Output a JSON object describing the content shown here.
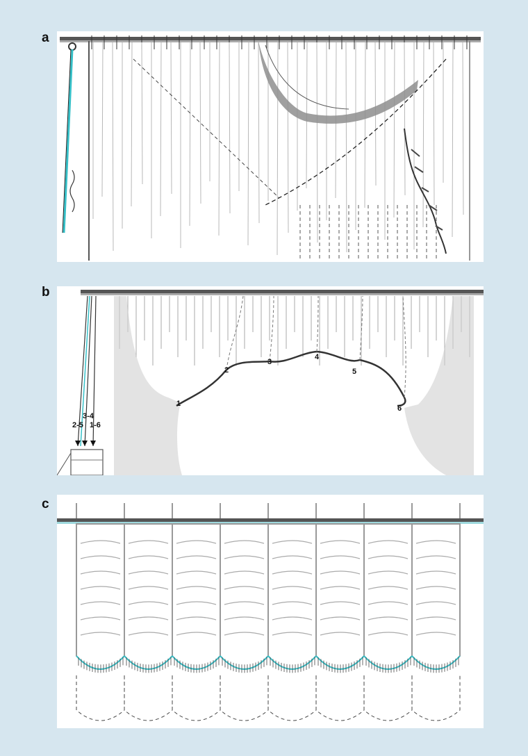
{
  "panels": [
    {
      "label": "a"
    },
    {
      "label": "b"
    },
    {
      "label": "c"
    }
  ],
  "panel_b": {
    "scallop_numbers": [
      "1",
      "2",
      "3",
      "4",
      "5",
      "6"
    ],
    "cord_labels": [
      "3-4",
      "2-5",
      "1-6"
    ]
  },
  "colors": {
    "background": "#d6e6ef",
    "panel": "#ffffff",
    "fabric_shade": "#9a9a9a",
    "cord_accent": "#36c0c8"
  }
}
